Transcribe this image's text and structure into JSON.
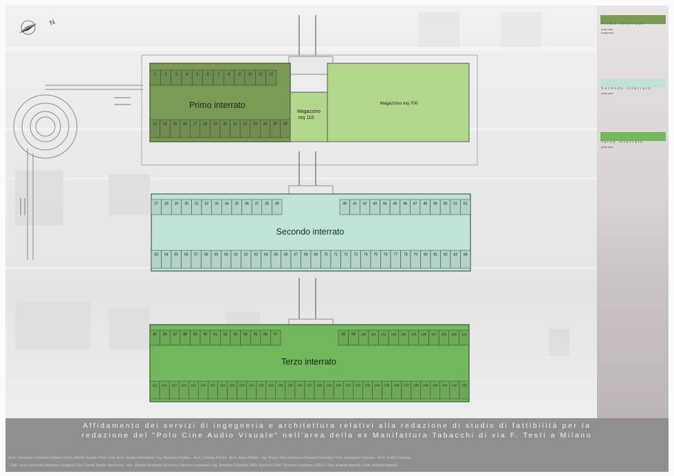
{
  "compass": {
    "north_letter": "N"
  },
  "levels": [
    {
      "name": "Primo interrato",
      "fill": "#7a9a56",
      "top_start": 1,
      "top_end": 12,
      "bottom_start": 13,
      "bottom_end": 26
    },
    {
      "name": "Secondo interrato",
      "fill": "#bfe3d6",
      "left_top_start": 27,
      "left_top_end": 39,
      "right_top_start": 40,
      "right_top_end": 52,
      "bottom_start": 53,
      "bottom_end": 84
    },
    {
      "name": "Terzo interrato",
      "fill": "#74b85e",
      "left_top_start": 85,
      "left_top_end": 97,
      "right_top_start": 98,
      "right_top_end": 110,
      "bottom_start": 111,
      "bottom_end": 143
    }
  ],
  "magazzini": [
    {
      "label_line1": "Magazzino",
      "label_line2": "mq 110",
      "fill": "#b2d68c"
    },
    {
      "label": "Magazzino mq 700",
      "fill": "#b2d68c"
    }
  ],
  "legend": [
    {
      "title": "Primo interrato",
      "color": "#7a9a56",
      "items": [
        "posti auto",
        "magazzini"
      ]
    },
    {
      "title": "Secondo interrato",
      "color": "#bfe3d6",
      "items": [
        "posti auto"
      ]
    },
    {
      "title": "Terzo interrato",
      "color": "#74b85e",
      "items": [
        "posti auto"
      ]
    }
  ],
  "footer": {
    "line1": "Affidamento dei servizi di ingegneria e architettura relativi alla redazione di studio di fattibilità per la",
    "line2": "redazione del \"Polo Cine Audio Visuale\" nell'area della ex Manifattura Tabacchi di via F. Testi a Milano",
    "credits1": "Arch. Fernando Cristobal Cordero / Arch. Alberto Sacchi / Prof. Dott. Arch. Sandro Benedetti / Ing. Massimo Giuliani - Arch. Daniela Pulcini - Arch. Anna Miletta - Ing. Rocco Nino Salcuzzo (Sistema Duemila) / Dott. Giampiero Fornario - Prof. Guido Carbetta",
    "credits2": "- Dott. Luca Fancinotti (Impresa Sviluppo) / Avv. Danilo Tassan Mazzocco - Avv. Stefano Bombelli (Scrumè e Zacchso associati) / Ing. Amedeo D'Apollito (ADF Sistemi) / Dott. Florenzo Tagliabue (SRC) / Dott. Arianna Bianchi / Dott. Patrizia Angelini"
  }
}
